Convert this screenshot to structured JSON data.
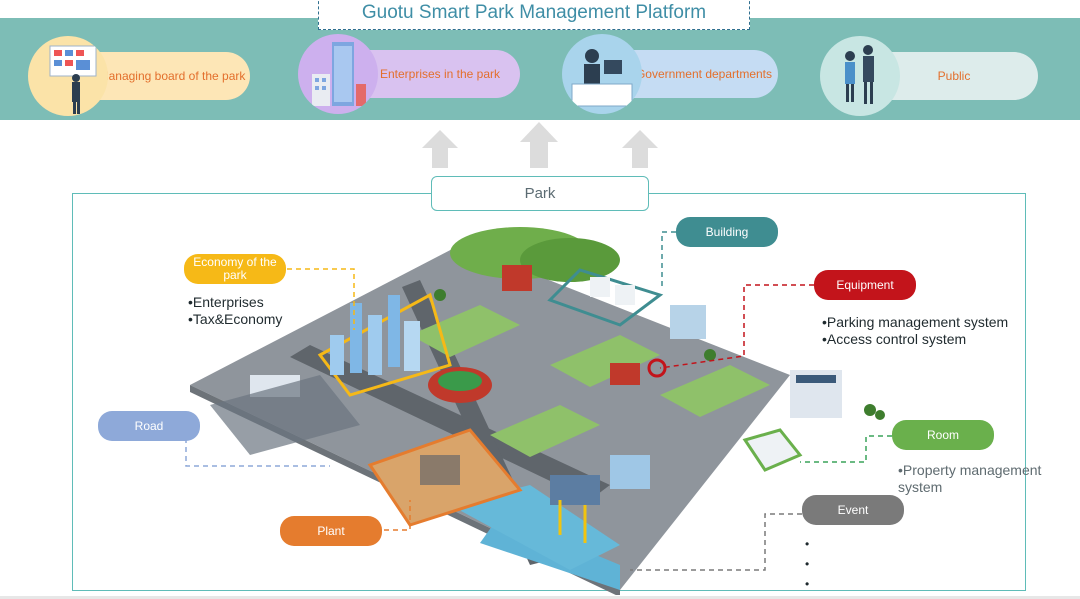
{
  "title": "Guotu Smart Park Management Platform",
  "stakeholders": [
    {
      "label": "Managing board of the park"
    },
    {
      "label": "Enterprises in the park"
    },
    {
      "label": "Government departments"
    },
    {
      "label": "Public"
    }
  ],
  "park_label": "Park",
  "callouts": {
    "economy": {
      "label": "Economy of the park",
      "items": [
        "Enterprises",
        "Tax&Economy"
      ]
    },
    "building": {
      "label": "Building"
    },
    "equipment": {
      "label": "Equipment",
      "items": [
        "Parking management system",
        "Access control system"
      ]
    },
    "road": {
      "label": "Road"
    },
    "room": {
      "label": "Room",
      "items": [
        "Property management system"
      ]
    },
    "plant": {
      "label": "Plant"
    },
    "event": {
      "label": "Event"
    }
  },
  "colors": {
    "band": "#7dbdb6",
    "economy": "#f6b917",
    "building": "#3f8d91",
    "equipment": "#c3141b",
    "road": "#8ea9d9",
    "room": "#6ab04c",
    "plant": "#e57c2e",
    "event": "#7a7a7a"
  }
}
